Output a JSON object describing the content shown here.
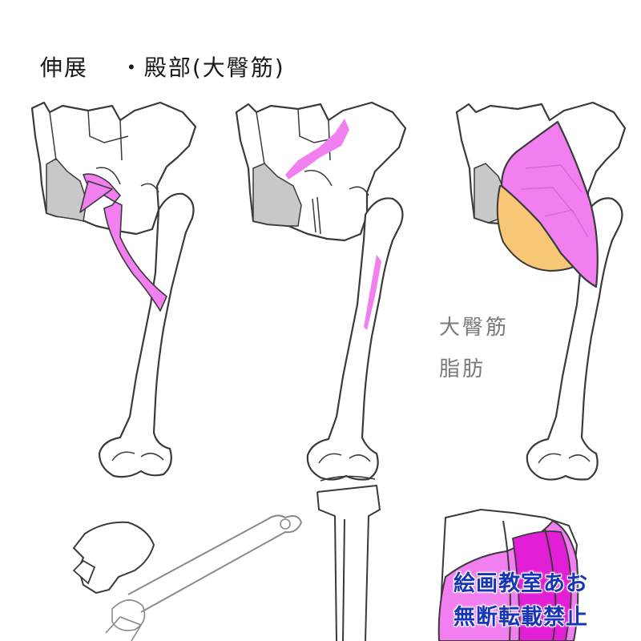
{
  "title": {
    "left": "伸展",
    "right": "・殿部(大臀筋)"
  },
  "legend": {
    "muscle": "大臀筋",
    "fat": "脂肪"
  },
  "watermark": {
    "line1": "絵画教室あお",
    "line2": "無断転載禁止"
  },
  "colors": {
    "muscle": "#f27ff0",
    "muscle_dark": "#e21fd6",
    "fat": "#f8c776",
    "bone_gray": "#c8c8c8",
    "outline": "#3a3a3a"
  }
}
